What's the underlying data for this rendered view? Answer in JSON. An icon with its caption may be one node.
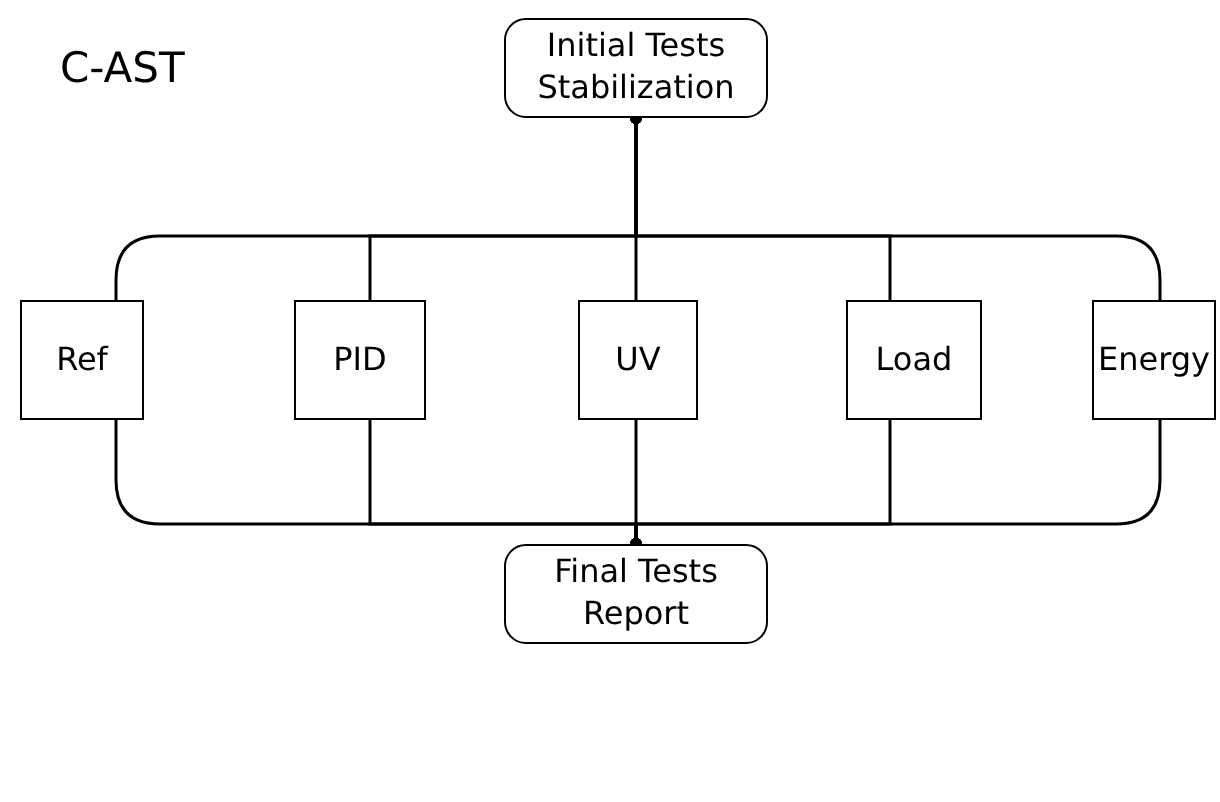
{
  "diagram": {
    "title": "C-AST",
    "nodes": [
      {
        "text": [
          "Initial Tests Stabilization"
        ]
      },
      {
        "text": [
          "Ref"
        ]
      },
      {
        "text": [
          "PID"
        ]
      },
      {
        "text": [
          "UV"
        ]
      },
      {
        "text": [
          "Load"
        ]
      },
      {
        "text": [
          "Energy"
        ]
      },
      {
        "text": [
          "Final Tests Report"
        ]
      }
    ],
    "edges": [
      {
        "from": 0,
        "to": 1,
        "arrow": "other"
      },
      {
        "from": 0,
        "to": 2,
        "arrow": "other"
      },
      {
        "from": 0,
        "to": 3,
        "arrow": "other"
      },
      {
        "from": 0,
        "to": 4,
        "arrow": "other"
      },
      {
        "from": 0,
        "to": 5,
        "arrow": "other"
      },
      {
        "from": 1,
        "to": 6,
        "arrow": "other"
      },
      {
        "from": 2,
        "to": 6,
        "arrow": "other"
      },
      {
        "from": 3,
        "to": 6,
        "arrow": "other"
      },
      {
        "from": 4,
        "to": 6,
        "arrow": "other"
      },
      {
        "from": 5,
        "to": 6,
        "arrow": "other"
      }
    ]
  }
}
